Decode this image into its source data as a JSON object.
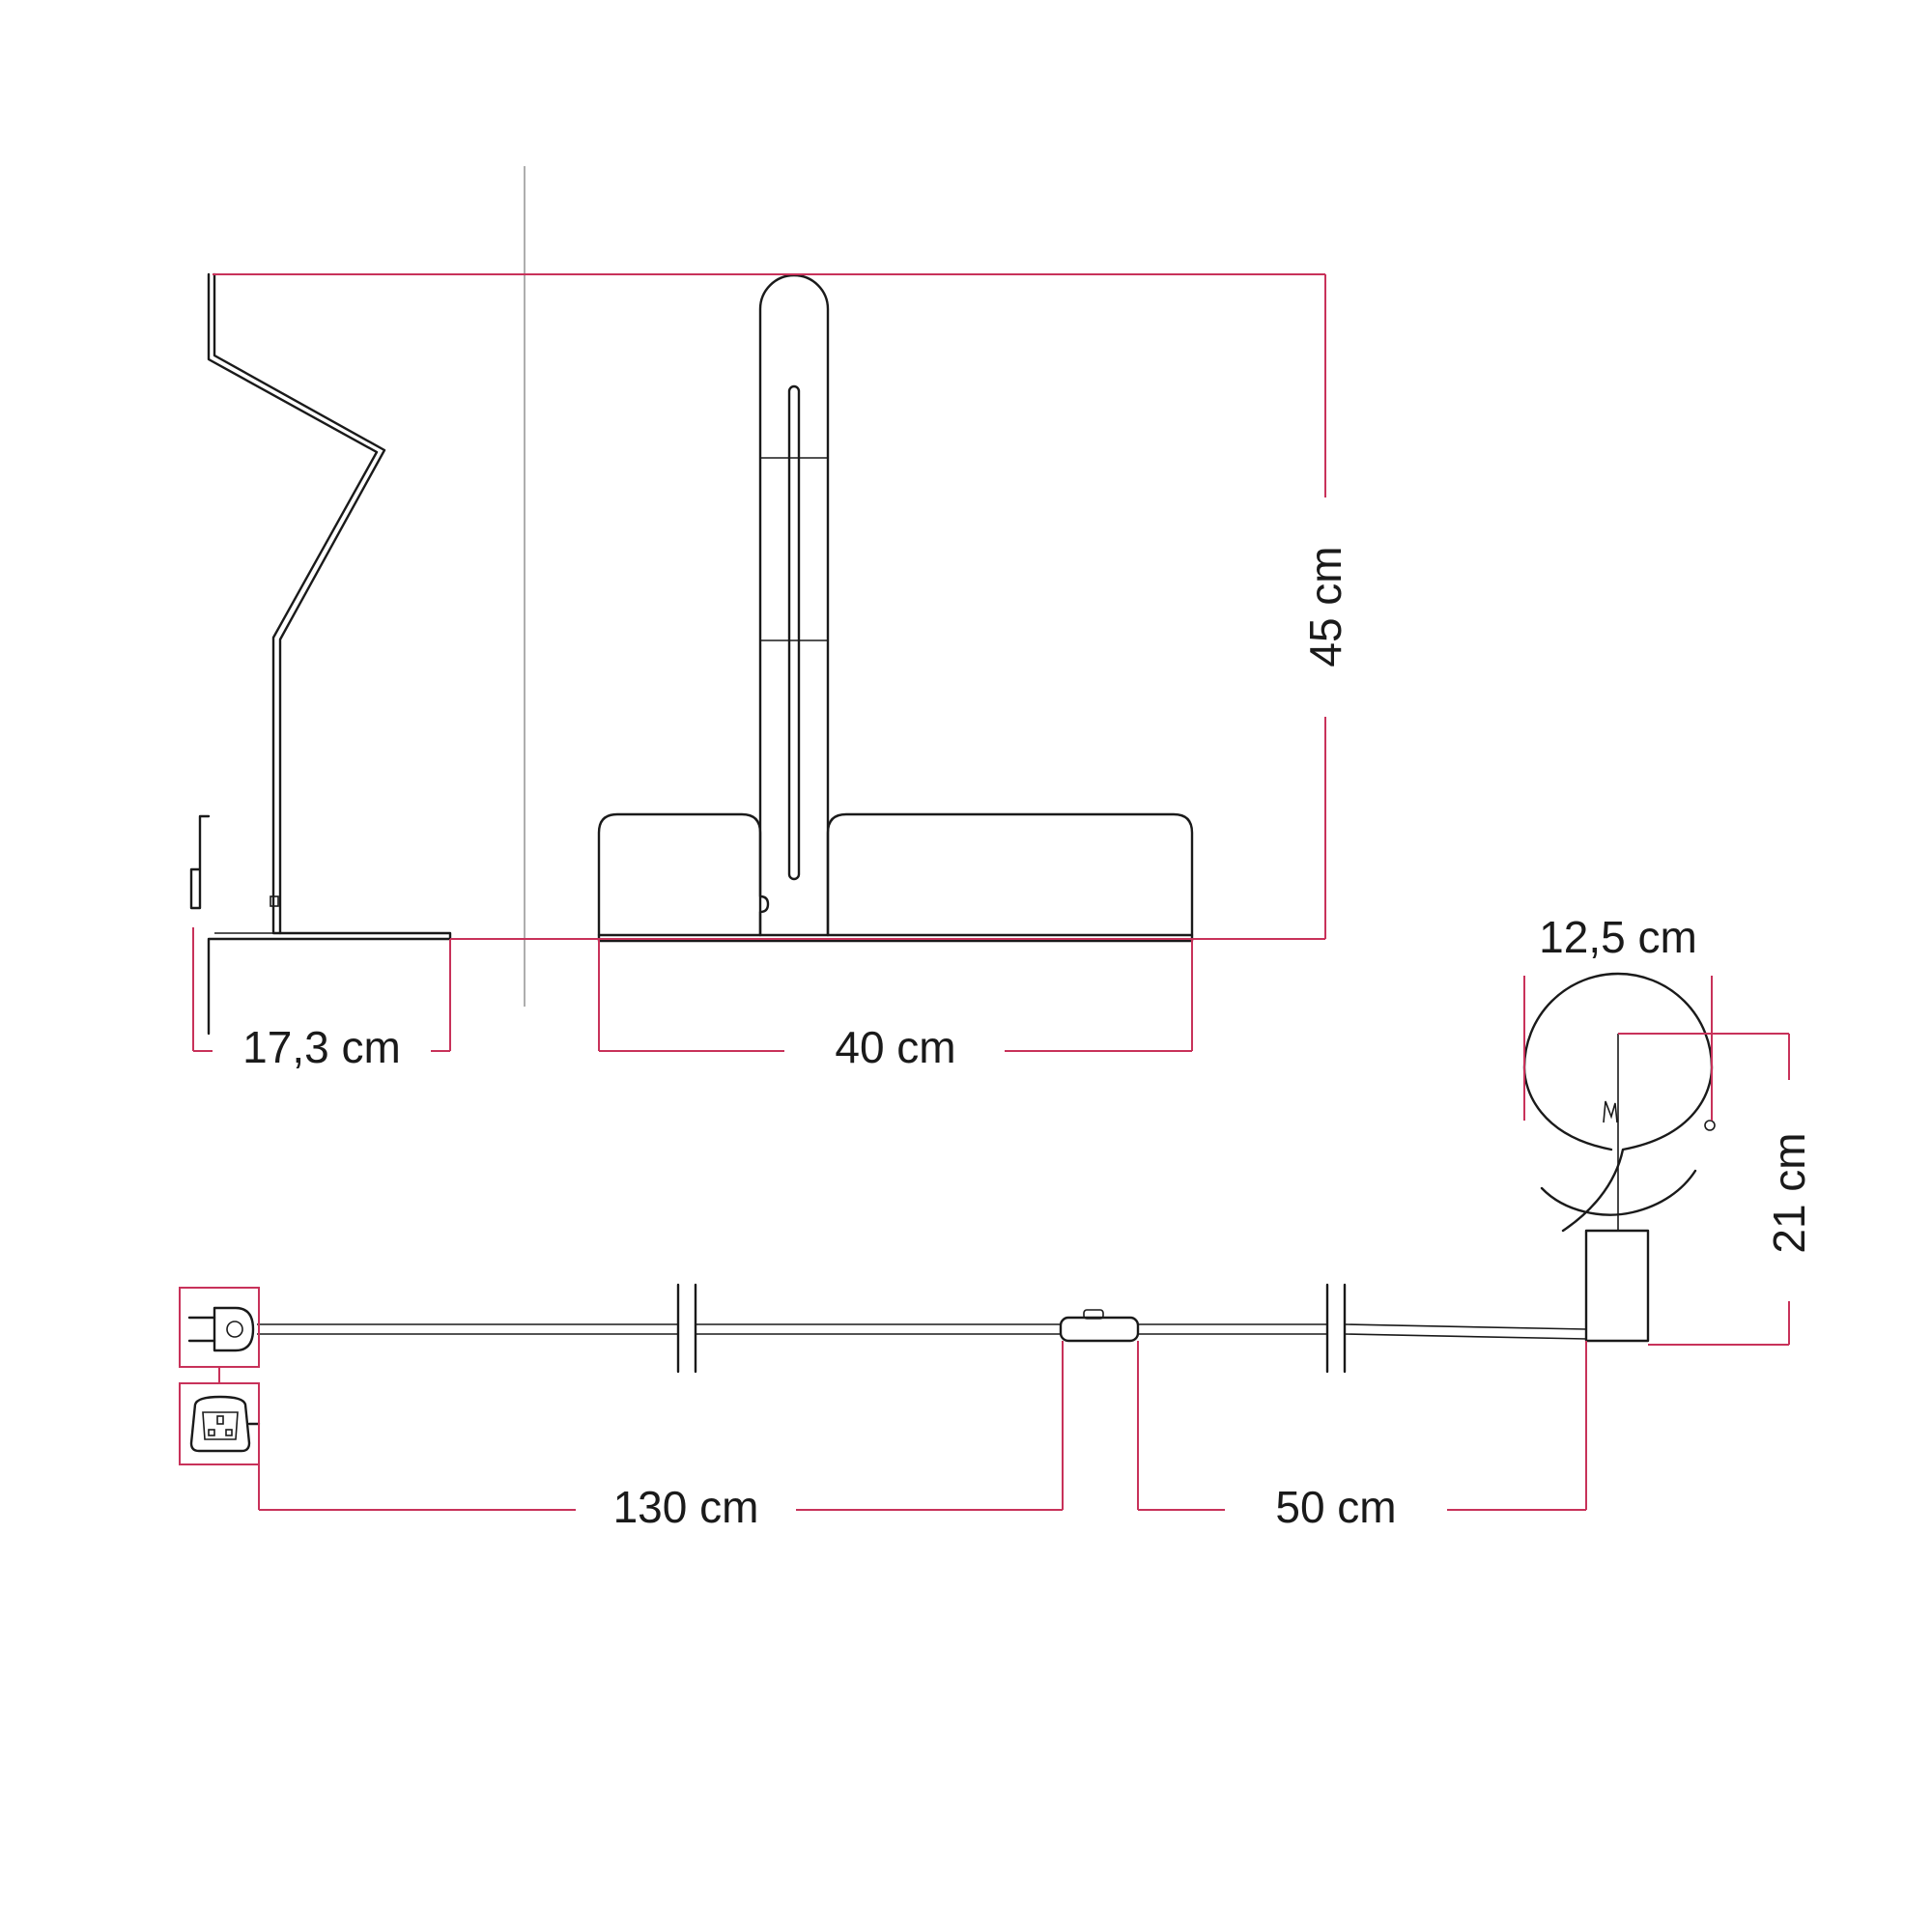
{
  "colors": {
    "dimension_line": "#c8325a",
    "drawing_ink": "#1a1a1a",
    "guide_line": "#9a9a9a",
    "background": "#ffffff"
  },
  "dimensions": {
    "depth": "17,3 cm",
    "width": "40 cm",
    "height": "45 cm",
    "bulb_diameter": "12,5 cm",
    "bulb_height": "21 cm",
    "cable_to_switch": "130 cm",
    "switch_to_lamp": "50 cm"
  },
  "icons": {
    "us_plug": "us-plug-icon",
    "uk_plug": "uk-plug-icon",
    "switch": "inline-switch-icon",
    "bulb": "globe-bulb-icon"
  }
}
